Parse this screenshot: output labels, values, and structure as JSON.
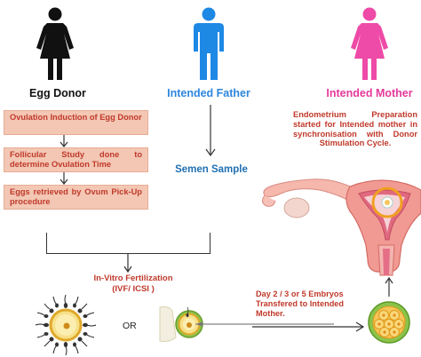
{
  "figures": {
    "egg_donor": {
      "label": "Egg Donor",
      "color": "#111111",
      "label_color": "#111111"
    },
    "intended_father": {
      "label": "Intended Father",
      "color": "#1e88e5",
      "label_color": "#2e86de"
    },
    "intended_mother": {
      "label": "Intended Mother",
      "color": "#ee4aa7",
      "label_color": "#e6399b"
    }
  },
  "donor_steps": [
    "Ovulation Induction of Egg Donor",
    "Follicular Study done to determine Ovulation Time",
    "Eggs retrieved by Ovum Pick-Up procedure"
  ],
  "semen_sample": "Semen Sample",
  "mother_note": "Endometrium Preparation started for Intended mother in synchronisation with Donor Stimulation Cycle.",
  "ivf": {
    "line1": "In-Vitro Fertilization",
    "line2": "(IVF/ ICSI )"
  },
  "or_label": "OR",
  "transfer_note": "Day 2 / 3 or 5 Embryos Transfered to Intended Mother.",
  "colors": {
    "accent_red": "#c0392b",
    "box_fill": "#f3c7b4",
    "blue_text": "#1f6fb2"
  }
}
